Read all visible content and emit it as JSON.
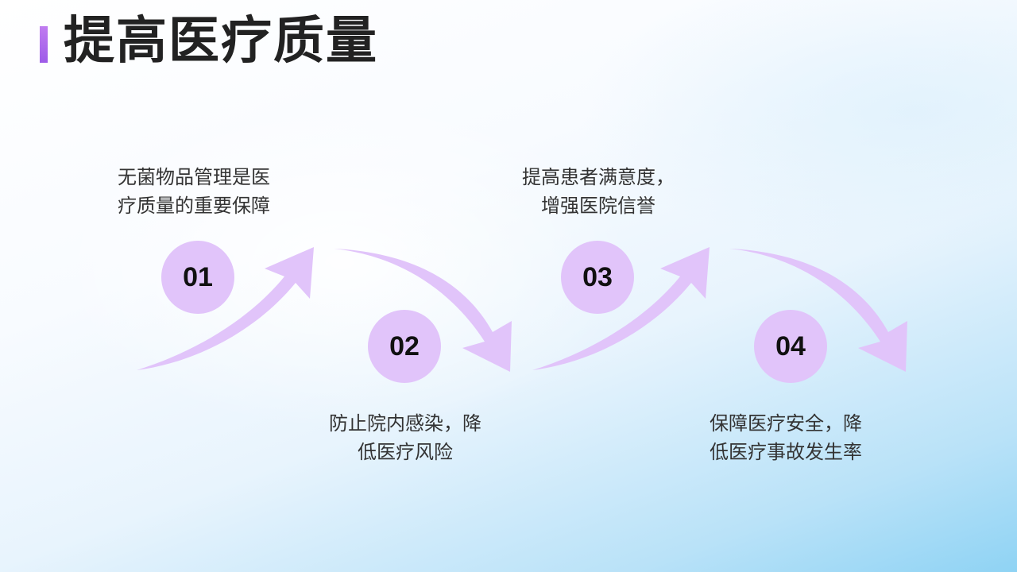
{
  "slide": {
    "title": "提高医疗质量",
    "colors": {
      "accent": "#a763ec",
      "arrow": "#e1c4fa",
      "circle": "#e1c4fa",
      "text": "#333333"
    },
    "steps": [
      {
        "number": "01",
        "lines": [
          "无菌物品管理是医",
          "疗质量的重要保障"
        ]
      },
      {
        "number": "02",
        "lines": [
          "防止院内感染，降",
          "低医疗风险"
        ]
      },
      {
        "number": "03",
        "lines": [
          "提高患者满意度，",
          "增强医院信誉"
        ]
      },
      {
        "number": "04",
        "lines": [
          "保障医疗安全，降",
          "低医疗事故发生率"
        ]
      }
    ]
  }
}
